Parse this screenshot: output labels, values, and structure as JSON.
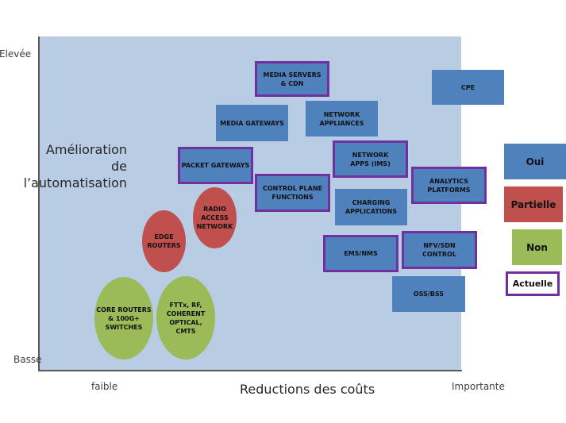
{
  "axes": {
    "y_high": "Elevée",
    "y_low": "Basse",
    "x_low": "faible",
    "x_high": "Importante",
    "x_title": "Reductions des coûts",
    "y_title_lines": [
      "Amélioration",
      "de",
      "l’automatisation"
    ]
  },
  "colors": {
    "oui": "#4f81bd",
    "partielle": "#c0504d",
    "non": "#9bbb59",
    "actuelle_border": "#7030a0",
    "plot_bg": "#b8cce4"
  },
  "items": [
    {
      "id": "media-servers",
      "lines": [
        "MEDIA SERVERS",
        "& CDN"
      ],
      "status": "oui",
      "current": true
    },
    {
      "id": "cpe",
      "lines": [
        "CPE"
      ],
      "status": "oui",
      "current": false
    },
    {
      "id": "media-gateways",
      "lines": [
        "MEDIA GATEWAYS"
      ],
      "status": "oui",
      "current": false
    },
    {
      "id": "network-appliances",
      "lines": [
        "NETWORK",
        "APPLIANCES"
      ],
      "status": "oui",
      "current": false
    },
    {
      "id": "packet-gateways",
      "lines": [
        "PACKET GATEWAYS"
      ],
      "status": "oui",
      "current": true
    },
    {
      "id": "network-apps",
      "lines": [
        "NETWORK",
        "APPS (IMS)"
      ],
      "status": "oui",
      "current": true
    },
    {
      "id": "analytics-platforms",
      "lines": [
        "ANALYTICS",
        "PLATFORMS"
      ],
      "status": "oui",
      "current": true
    },
    {
      "id": "control-plane",
      "lines": [
        "CONTROL PLANE",
        "FUNCTIONS"
      ],
      "status": "oui",
      "current": true
    },
    {
      "id": "charging-applications",
      "lines": [
        "CHARGING",
        "APPLICATIONS"
      ],
      "status": "oui",
      "current": false
    },
    {
      "id": "radio-access",
      "lines": [
        "RADIO",
        "ACCESS",
        "NETWORK"
      ],
      "status": "partielle",
      "current": false
    },
    {
      "id": "edge-routers",
      "lines": [
        "EDGE",
        "ROUTERS"
      ],
      "status": "partielle",
      "current": false
    },
    {
      "id": "ems-nms",
      "lines": [
        "EMS/NMS"
      ],
      "status": "oui",
      "current": true
    },
    {
      "id": "nfv-sdn",
      "lines": [
        "NFV/SDN",
        "CONTROL"
      ],
      "status": "oui",
      "current": true
    },
    {
      "id": "oss-bss",
      "lines": [
        "OSS/BSS"
      ],
      "status": "oui",
      "current": false
    },
    {
      "id": "core-routers",
      "lines": [
        "CORE ROUTERS",
        "& 100G+",
        "SWITCHES"
      ],
      "status": "non",
      "current": false
    },
    {
      "id": "fttx",
      "lines": [
        "FTTx, RF,",
        "COHERENT",
        "OPTICAL,",
        "CMTS"
      ],
      "status": "non",
      "current": false
    }
  ],
  "legend": {
    "oui": "Oui",
    "partielle": "Partielle",
    "non": "Non",
    "actuelle": "Actuelle"
  }
}
